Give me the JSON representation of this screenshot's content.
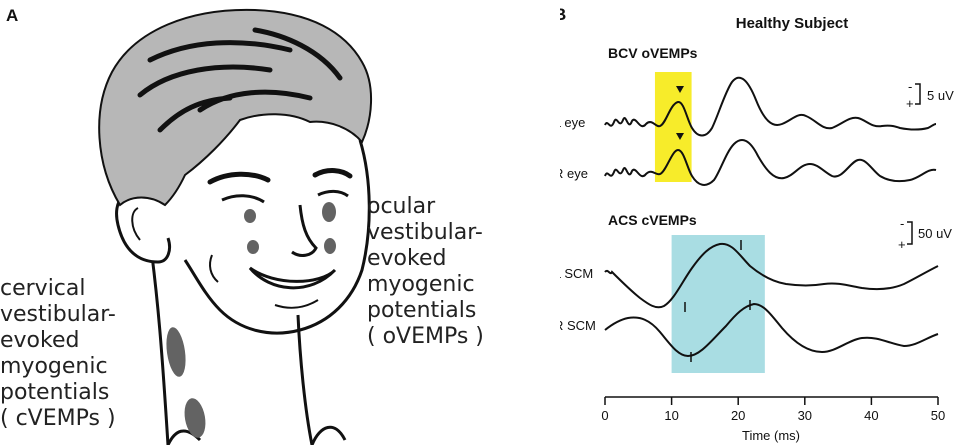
{
  "panel_a": {
    "letter": "A",
    "cervical_caption": [
      "cervical",
      "vestibular-",
      "evoked",
      "myogenic",
      "potentials",
      "( cVEMPs )"
    ],
    "ocular_caption": [
      "ocular",
      "vestibular-",
      "evoked",
      "myogenic",
      "potentials",
      "( oVEMPs )"
    ],
    "colors": {
      "hair": "#b7b7b7",
      "electrode": "#636363",
      "ink": "#111111"
    }
  },
  "panel_b": {
    "letter": "B",
    "title": "Healthy Subject",
    "bcv_label": "BCV oVEMPs",
    "acs_label": "ACS cVEMPs",
    "traces": {
      "l_eye": "L eye",
      "r_eye": "R eye",
      "l_scm": "L SCM",
      "r_scm": "R SCM"
    },
    "scale_bars": [
      {
        "minus": "-",
        "plus": "+",
        "label": "5 uV"
      },
      {
        "minus": "-",
        "plus": "+",
        "label": "50 uV"
      }
    ],
    "x_axis": {
      "label": "Time (ms)",
      "ticks": [
        "0",
        "10",
        "20",
        "30",
        "40",
        "50"
      ],
      "range": [
        0,
        50
      ]
    },
    "highlight_colors": {
      "ovemp_window": "#f7ec2a",
      "cvemp_window": "#a9dde3"
    },
    "ovemp_window_ms": [
      7.5,
      13
    ],
    "cvemp_window_ms": [
      10,
      24
    ]
  }
}
